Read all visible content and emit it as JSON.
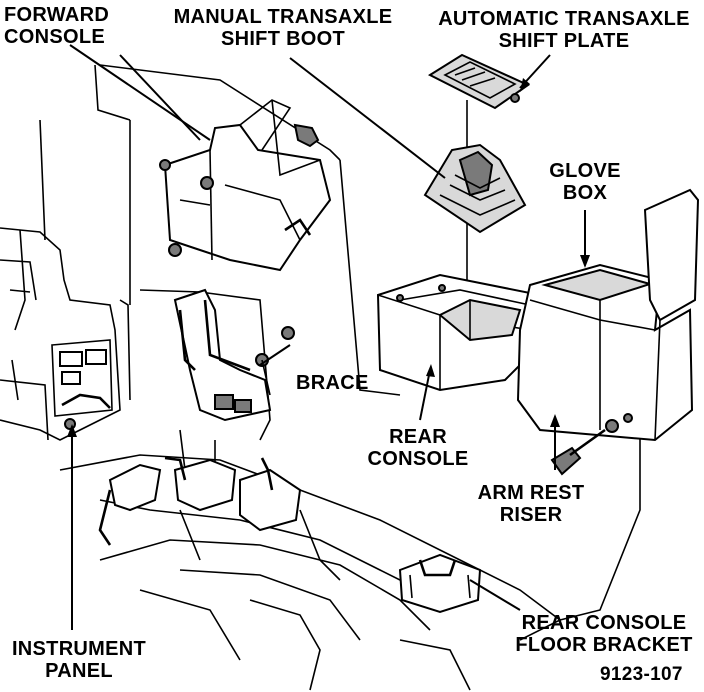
{
  "labels": {
    "forward_console": [
      "FORWARD",
      "CONSOLE"
    ],
    "manual_shift_boot": [
      "MANUAL TRANSAXLE",
      "SHIFT BOOT"
    ],
    "automatic_shift_plate": [
      "AUTOMATIC TRANSAXLE",
      "SHIFT PLATE"
    ],
    "glove_box": [
      "GLOVE",
      "BOX"
    ],
    "brace": "BRACE",
    "rear_console": [
      "REAR",
      "CONSOLE"
    ],
    "arm_rest_riser": [
      "ARM REST",
      "RISER"
    ],
    "instrument_panel": [
      "INSTRUMENT",
      "PANEL"
    ],
    "rear_console_floor_bracket": [
      "REAR CONSOLE",
      "FLOOR BRACKET"
    ],
    "figure_number": "9123-107"
  }
}
